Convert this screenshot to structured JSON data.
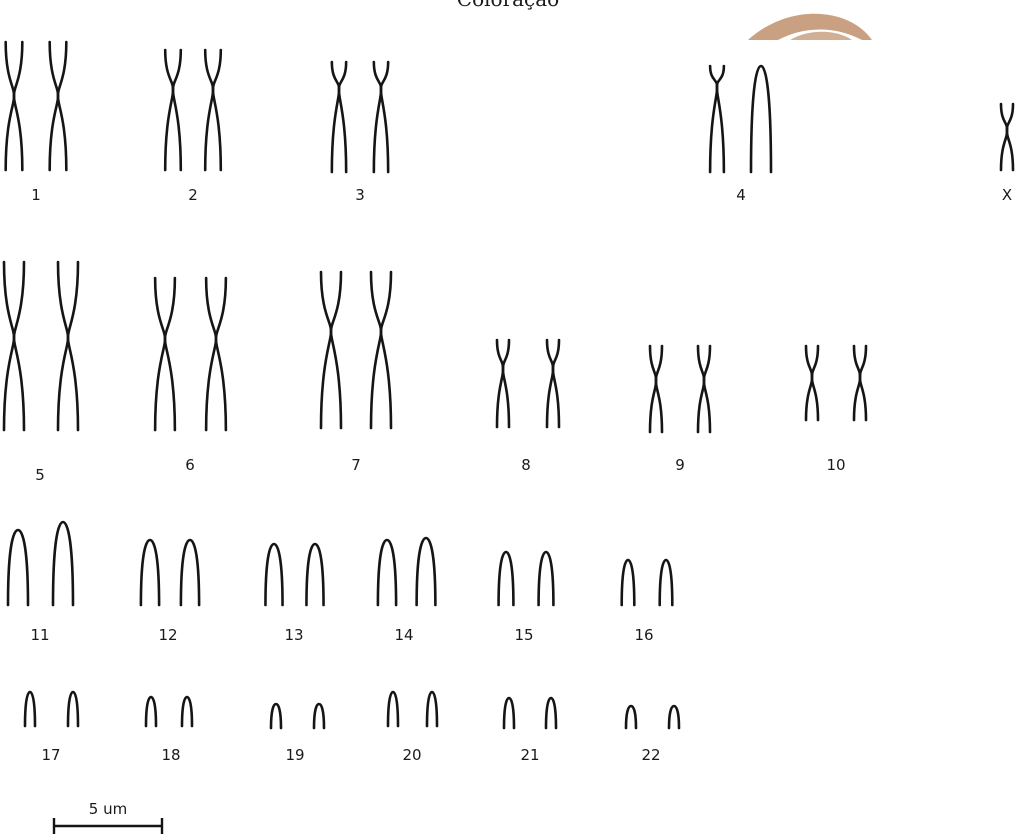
{
  "title": "Coloração",
  "logo": {
    "name": "brand-swoosh-logo",
    "color": "#c9a182"
  },
  "chromosome_color": "#151515",
  "scale_bar": {
    "label": "5 um"
  },
  "chromosomes": [
    {
      "label": "1",
      "shape": "X"
    },
    {
      "label": "2",
      "shape": "X"
    },
    {
      "label": "3",
      "shape": "X"
    },
    {
      "label": "4",
      "shape": "X+A"
    },
    {
      "label": "X",
      "shape": "X"
    },
    {
      "label": "5",
      "shape": "X"
    },
    {
      "label": "6",
      "shape": "X"
    },
    {
      "label": "7",
      "shape": "X"
    },
    {
      "label": "8",
      "shape": "X"
    },
    {
      "label": "9",
      "shape": "X"
    },
    {
      "label": "10",
      "shape": "X"
    },
    {
      "label": "11",
      "shape": "A"
    },
    {
      "label": "12",
      "shape": "A"
    },
    {
      "label": "13",
      "shape": "A"
    },
    {
      "label": "14",
      "shape": "A"
    },
    {
      "label": "15",
      "shape": "A"
    },
    {
      "label": "16",
      "shape": "A"
    },
    {
      "label": "17",
      "shape": "A"
    },
    {
      "label": "18",
      "shape": "A"
    },
    {
      "label": "19",
      "shape": "A"
    },
    {
      "label": "20",
      "shape": "A"
    },
    {
      "label": "21",
      "shape": "A"
    },
    {
      "label": "22",
      "shape": "A"
    }
  ]
}
